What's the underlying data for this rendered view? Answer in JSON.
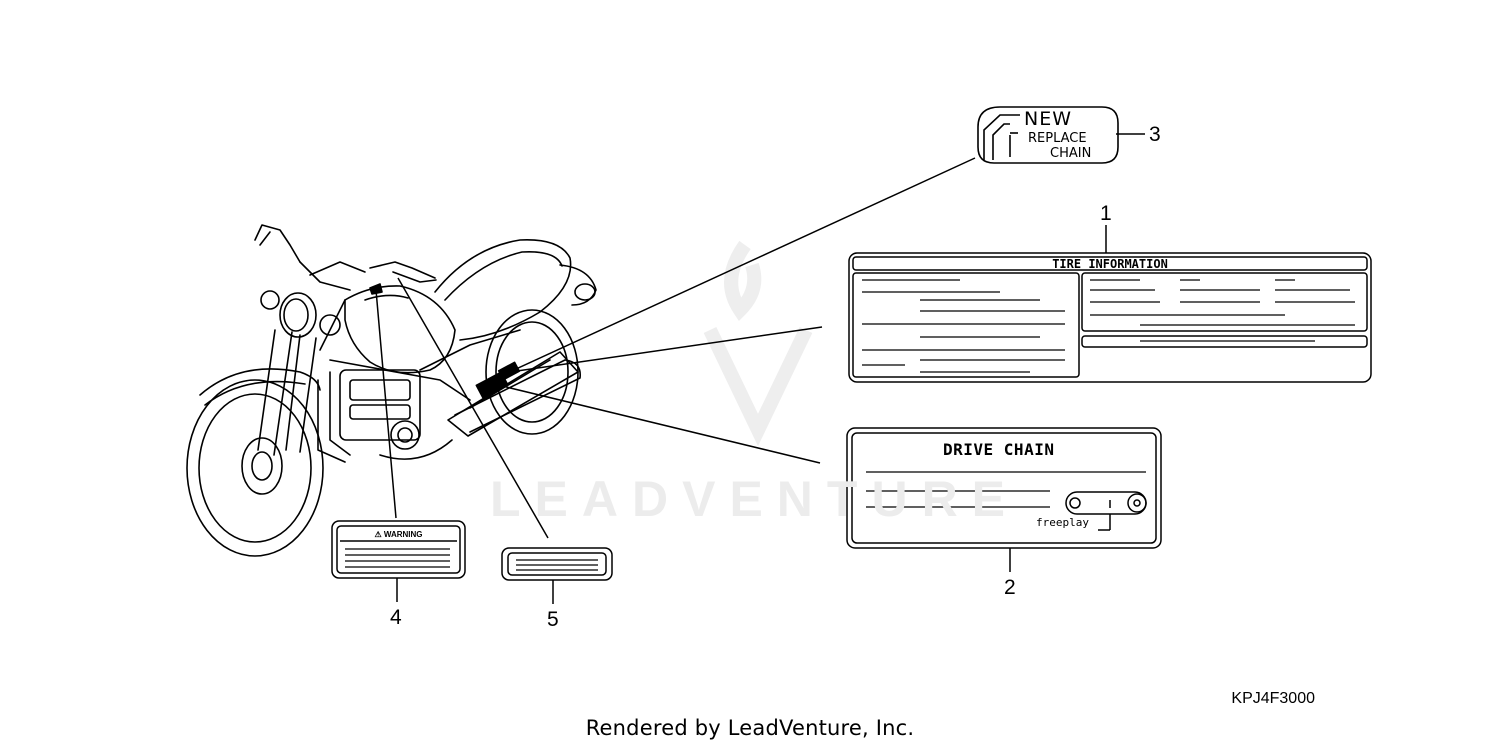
{
  "watermark": {
    "text": "LEADVENTURE"
  },
  "labels": {
    "tire_information": {
      "title": "TIRE INFORMATION"
    },
    "drive_chain": {
      "title": "DRIVE CHAIN",
      "freeplay": "freeplay"
    },
    "replace_chain": {
      "line1": "NEW",
      "line2": "REPLACE",
      "line3": "CHAIN"
    },
    "warning": {
      "title": "⚠ WARNING"
    }
  },
  "callouts": [
    "1",
    "2",
    "3",
    "4",
    "5"
  ],
  "diagram_code": "KPJ4F3000",
  "footer": "Rendered by LeadVenture, Inc."
}
